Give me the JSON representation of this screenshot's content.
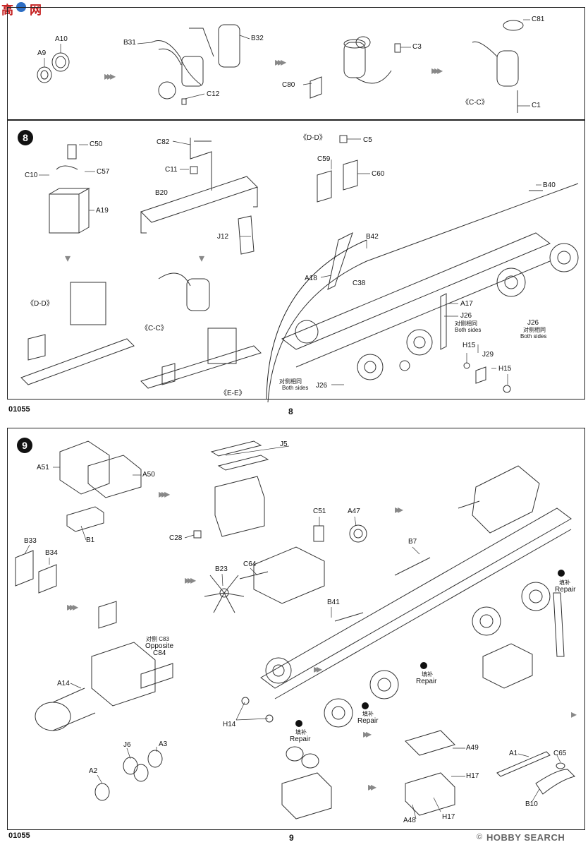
{
  "watermark": {
    "cn_1": "高",
    "cn_2": "网"
  },
  "top_section": {
    "step7_parts": [
      "A9",
      "A10",
      "B31",
      "B32",
      "C12",
      "C80",
      "C3",
      "C81",
      "C1"
    ],
    "step7_view": "《C-C》",
    "step8_number": "8",
    "step8_parts": [
      "C50",
      "C10",
      "C57",
      "A19",
      "C82",
      "C11",
      "B20",
      "J12",
      "C5",
      "C59",
      "C60",
      "B40",
      "B42",
      "A18",
      "C38",
      "A17",
      "J26",
      "J26",
      "H15",
      "J29",
      "H15",
      "J26"
    ],
    "step8_views": [
      "《D-D》",
      "《D-D》",
      "《C-C》",
      "《E-E》"
    ],
    "both_sides_cn": "对侧相同",
    "both_sides_en": "Both sides",
    "model_code": "01055",
    "page_number": "8"
  },
  "bottom_section": {
    "step9_number": "9",
    "step9_parts": [
      "A51",
      "A50",
      "B1",
      "J5",
      "C28",
      "C51",
      "A47",
      "B7",
      "B33",
      "B34",
      "B23",
      "C64",
      "B41",
      "A14",
      "H14",
      "J6",
      "A3",
      "A2",
      "A49",
      "H17",
      "H17",
      "A48",
      "A1",
      "C65",
      "B10"
    ],
    "opposite_cn": "对侧 C83",
    "opposite_en": "Opposite",
    "opposite_part": "C84",
    "repair_cn": "填补",
    "repair_en": "Repair",
    "model_code": "01055",
    "page_number": "9"
  },
  "footer_logo": {
    "text": "HOBBY SEARCH",
    "mark": "©"
  }
}
